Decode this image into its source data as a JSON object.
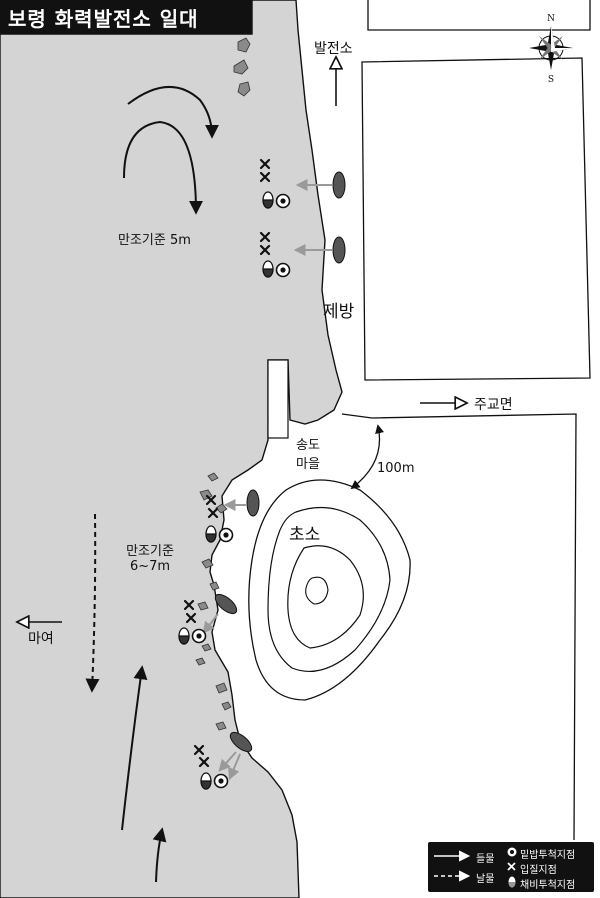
{
  "title": "보령 화력발전소 일대",
  "compass": {
    "north": "N",
    "south": "S"
  },
  "labels": {
    "power_plant": "발전소",
    "levee": "제방",
    "jugyo": "주교면",
    "songdo_village_line1": "송도",
    "songdo_village_line2": "마을",
    "distance": "100m",
    "island": "초소",
    "tide_upper": "만조기준 5m",
    "tide_lower_line1": "만조기준",
    "tide_lower_line2": "6~7m",
    "maye": "마여"
  },
  "legend": {
    "flood_tide": "들물",
    "ebb_tide": "날물",
    "bottom_bait_point": "밑밥투척지점",
    "entry_point": "입질지점",
    "lure_cast_point": "채비투척지점"
  },
  "colors": {
    "sea": "#d4d4d4",
    "land": "#ffffff",
    "ink": "#111111",
    "arrow_grey": "#9a9a9a",
    "rock": "#8a8a8a"
  },
  "icons": [
    "compass-rose-icon",
    "tide-arrow-icon",
    "cross-mark-icon",
    "target-ring-icon",
    "float-icon",
    "rock-icon"
  ]
}
